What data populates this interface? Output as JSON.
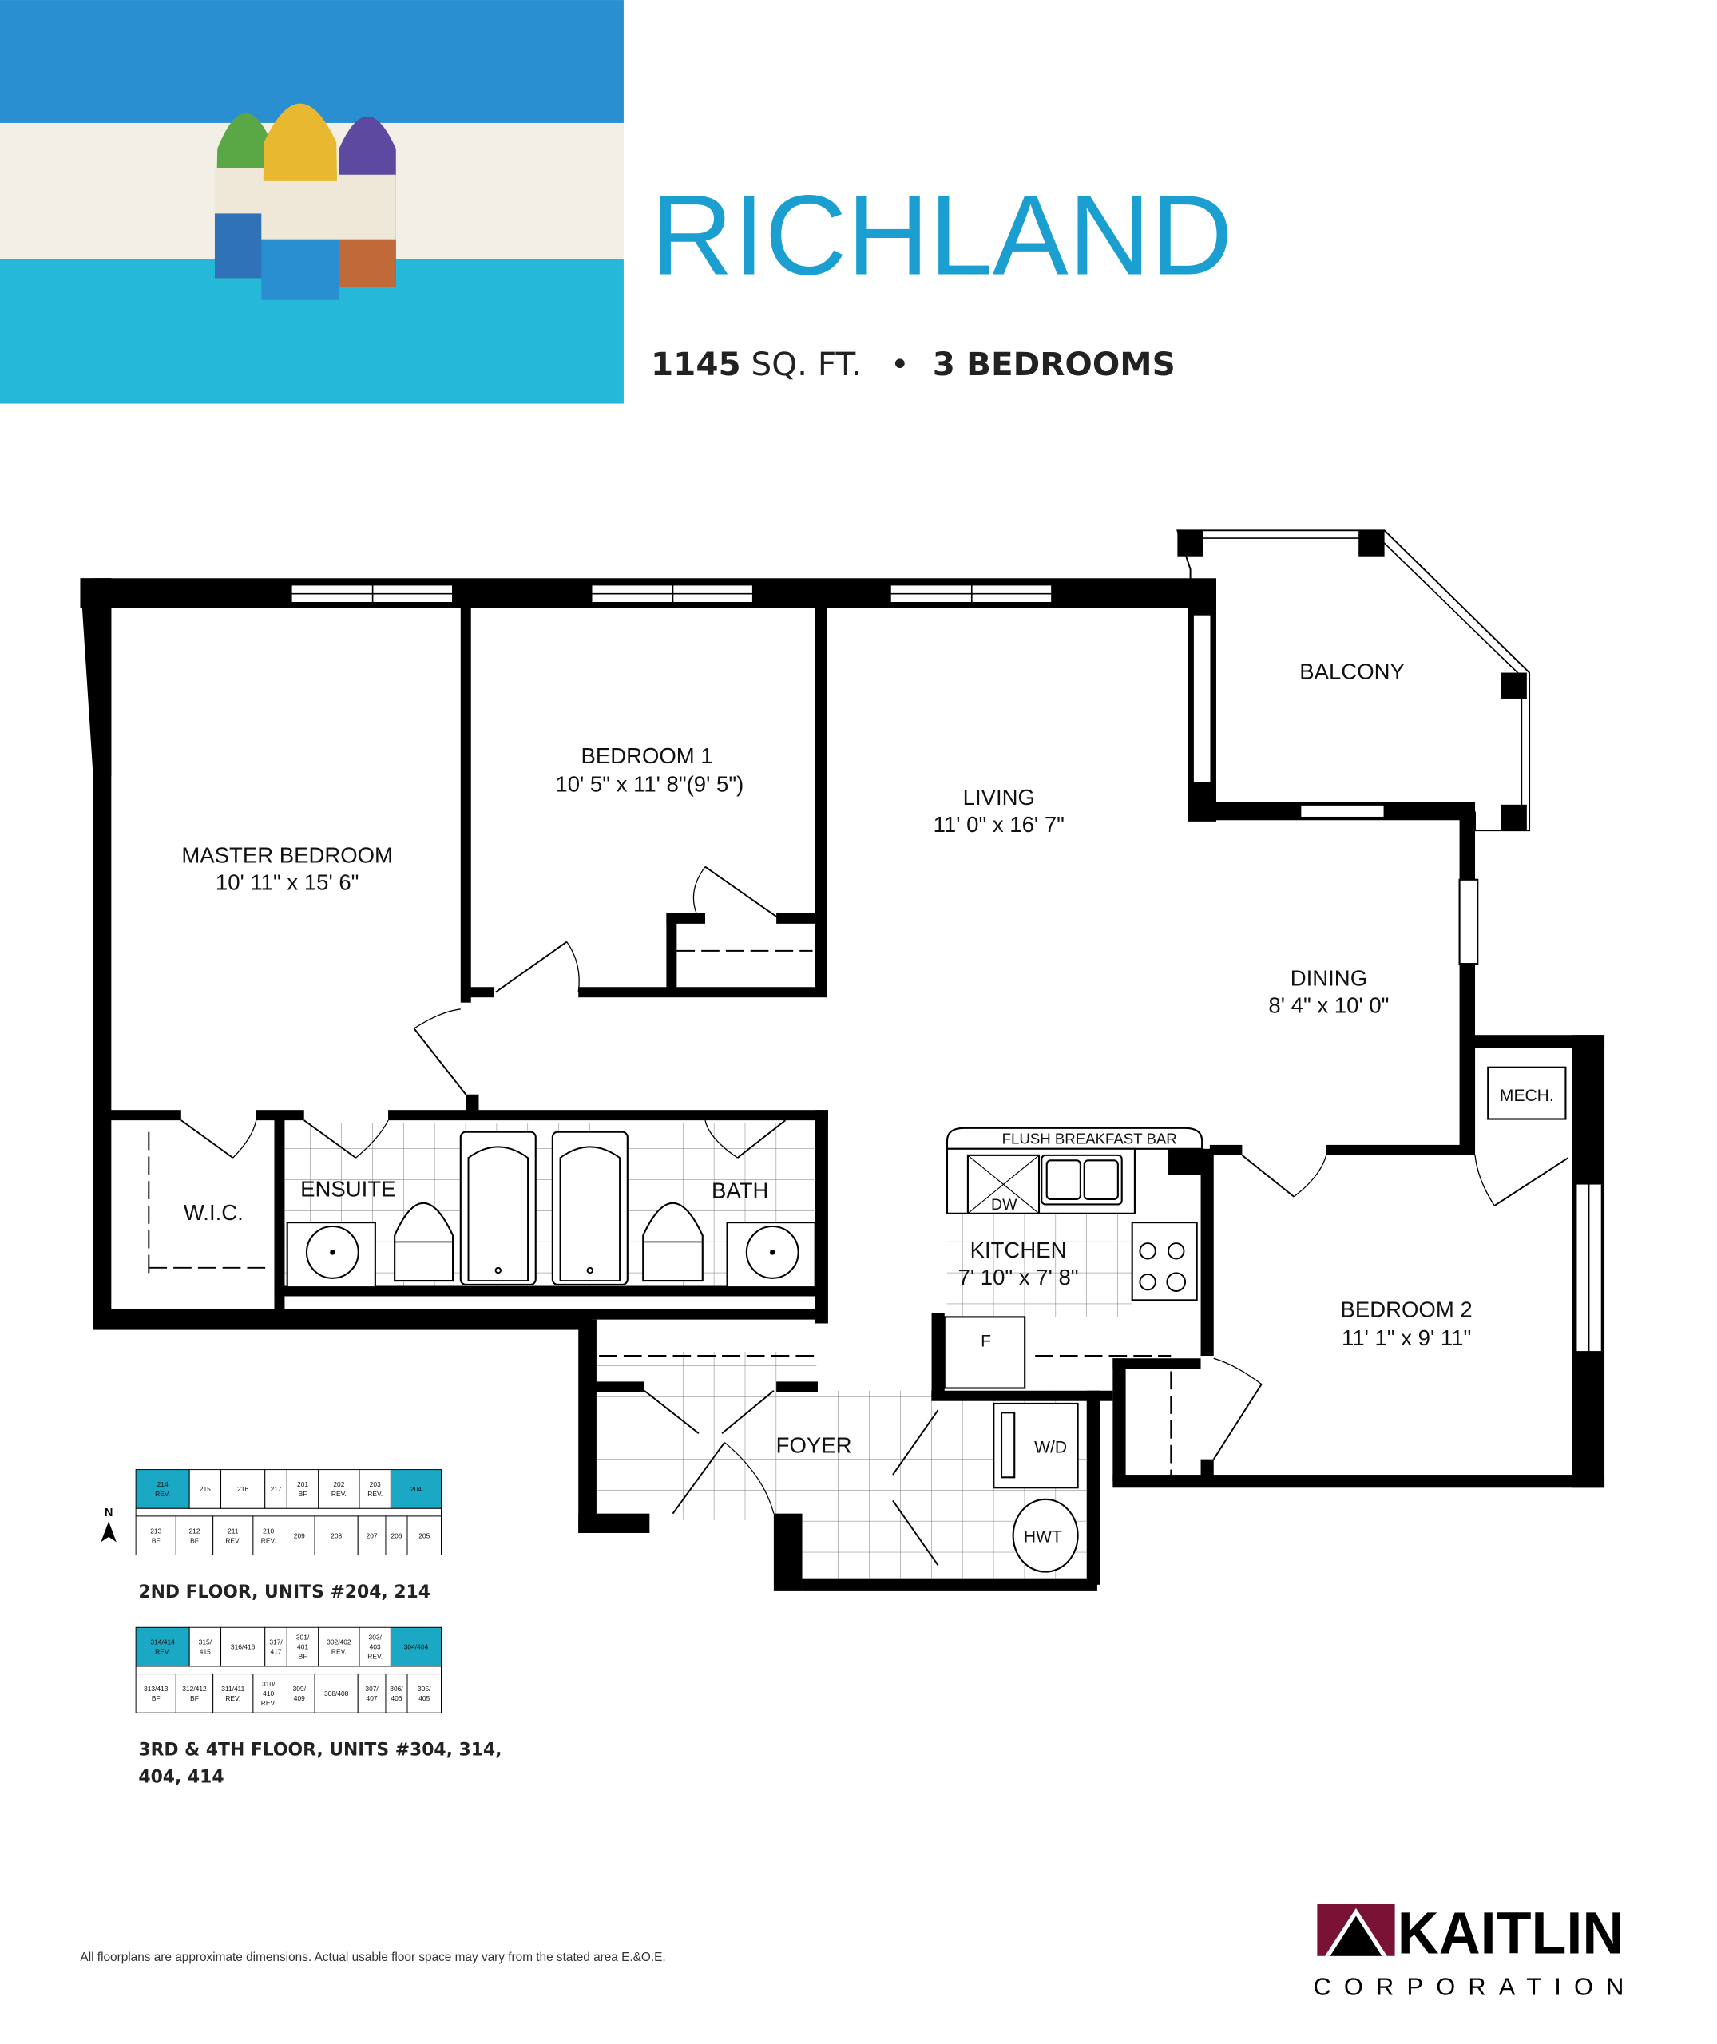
{
  "header": {
    "title": "RICHLAND",
    "sqft": "1145",
    "sqft_unit": "SQ. FT.",
    "separator": "•",
    "bedrooms": "3 BEDROOMS",
    "title_color": "#1a9fd0",
    "banner_colors": {
      "top": "#2a8fd0",
      "middle": "#f2efe6",
      "bottom": "#25b8d8"
    }
  },
  "rooms": {
    "master": {
      "name": "MASTER BEDROOM",
      "dims": "10' 11\" x 15' 6\""
    },
    "bedroom1": {
      "name": "BEDROOM 1",
      "dims": "10' 5\" x 11' 8\"(9' 5\")"
    },
    "living": {
      "name": "LIVING",
      "dims": "11' 0\" x 16' 7\""
    },
    "balcony": {
      "name": "BALCONY"
    },
    "dining": {
      "name": "DINING",
      "dims": "8' 4\" x 10' 0\""
    },
    "mech": {
      "name": "MECH."
    },
    "breakfast_bar": {
      "name": "FLUSH BREAKFAST BAR"
    },
    "dw": {
      "name": "DW"
    },
    "kitchen": {
      "name": "KITCHEN",
      "dims": "7' 10\" x 7' 8\""
    },
    "fridge": {
      "name": "F"
    },
    "bedroom2": {
      "name": "BEDROOM 2",
      "dims": "11' 1\" x 9' 11\""
    },
    "wd": {
      "name": "W/D"
    },
    "hwt": {
      "name": "HWT"
    },
    "foyer": {
      "name": "FOYER"
    },
    "ensuite": {
      "name": "ENSUITE"
    },
    "bath": {
      "name": "BATH"
    },
    "wic": {
      "name": "W.I.C."
    }
  },
  "keyplans": {
    "north": "N",
    "highlight_color": "#1aa8c4",
    "floors": [
      {
        "caption": "2ND FLOOR, UNITS #204, 214",
        "top": [
          [
            "214",
            "REV."
          ],
          [
            "215"
          ],
          [
            "216"
          ],
          [
            "217"
          ],
          [
            "201",
            "BF"
          ],
          [
            "202",
            "REV."
          ],
          [
            "203",
            "REV."
          ],
          [
            "204"
          ]
        ],
        "bottom": [
          [
            "213",
            "BF"
          ],
          [
            "212",
            "BF"
          ],
          [
            "211",
            "REV."
          ],
          [
            "210",
            "REV."
          ],
          [
            "209"
          ],
          [
            "208"
          ],
          [
            "207"
          ],
          [
            "206"
          ],
          [
            "205"
          ]
        ]
      },
      {
        "caption": "3RD & 4TH FLOOR, UNITS #304, 314,",
        "caption2": "404, 414",
        "top": [
          [
            "314/414",
            "REV."
          ],
          [
            "315/",
            "415"
          ],
          [
            "316/416"
          ],
          [
            "317/",
            "417"
          ],
          [
            "301/",
            "401",
            "BF"
          ],
          [
            "302/402",
            "REV."
          ],
          [
            "303/",
            "403",
            "REV."
          ],
          [
            "304/404"
          ]
        ],
        "bottom": [
          [
            "313/413",
            "BF"
          ],
          [
            "312/412",
            "BF"
          ],
          [
            "311/411",
            "REV."
          ],
          [
            "310/",
            "410",
            "REV."
          ],
          [
            "309/",
            "409"
          ],
          [
            "308/408"
          ],
          [
            "307/",
            "407"
          ],
          [
            "306/",
            "406"
          ],
          [
            "305/",
            "405"
          ]
        ]
      }
    ]
  },
  "footer": {
    "disclaimer": "All floorplans are approximate dimensions. Actual usable floor space may vary from the stated area E.&O.E.",
    "logo_name": "KAITLIN",
    "logo_sub": "CORPORATION",
    "logo_color": "#7a1236"
  }
}
